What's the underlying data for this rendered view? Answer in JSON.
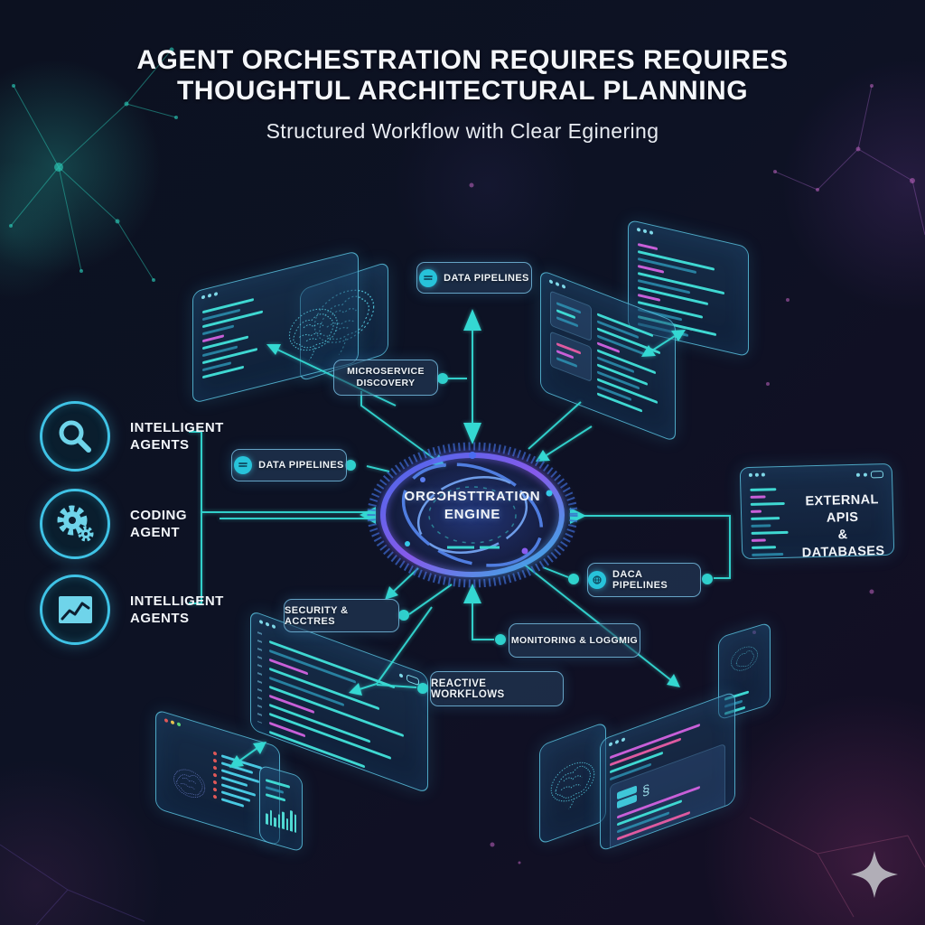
{
  "title": {
    "line1": "AGENT ORCHESTRATION REQUIRES REQUIRES",
    "line2": "THOUGHTUL ARCHITECTURAL PLANNING",
    "subtitle": "Structured Workflow with Clear Eginering"
  },
  "hub": {
    "line1": "ORCƆHSTTRATION",
    "line2": "ENGINE"
  },
  "nodes": {
    "data_pipelines_top": {
      "label": "DATA PIPELINES"
    },
    "microservice_discovery": {
      "line1": "MICROSERVICE",
      "line2": "DISCOVERY"
    },
    "data_pipelines_left": {
      "label": "DATA PIPELINES"
    },
    "daca_pipelines": {
      "label": "DACA PIPELINES"
    },
    "security_access": {
      "label": "SECURITY & ACCTRES"
    },
    "monitoring_logging": {
      "label": "MONITORING & LOGGMIG"
    },
    "reactive_workflows": {
      "label": "REACTIVE WORKFLOWS"
    },
    "external_apis": {
      "line1": "EXTERNAL APIS",
      "line2": "& DATABASES"
    }
  },
  "legend": [
    {
      "line1": "INTELLIGENT",
      "line2": "AGENTS",
      "icon": "magnifier-icon"
    },
    {
      "line1": "CODING",
      "line2": "AGENT",
      "icon": "gears-icon"
    },
    {
      "line1": "INTELLIGENT",
      "line2": "AGENTS",
      "icon": "chart-icon"
    }
  ],
  "colors": {
    "accent_cyan": "#34d8d2",
    "accent_blue": "#4a6cf0",
    "accent_purple": "#8a5cf0",
    "accent_magenta": "#c85fd8",
    "panel_border": "#5fcdeb"
  },
  "code_panels": {
    "top_left_code": [
      [
        "c",
        68
      ],
      [
        "t",
        50
      ],
      [
        "c",
        80
      ],
      [
        "t",
        42
      ],
      [
        "m",
        28
      ],
      [
        "c",
        60
      ],
      [
        "t",
        46
      ],
      [
        "c",
        72
      ],
      [
        "t",
        38
      ],
      [
        "c",
        55
      ]
    ],
    "top_right_a": [
      [
        "m",
        20
      ],
      [
        "c",
        76
      ],
      [
        "t",
        58
      ],
      [
        "m",
        26
      ],
      [
        "c",
        86
      ],
      [
        "t",
        52
      ],
      [
        "c",
        70
      ],
      [
        "m",
        22
      ],
      [
        "c",
        64
      ],
      [
        "t",
        44
      ],
      [
        "c",
        78
      ],
      [
        "t",
        50
      ]
    ],
    "trb_card1": [
      [
        "t",
        85
      ],
      [
        "c",
        65
      ],
      [
        "t",
        75
      ]
    ],
    "trb_card2": [
      [
        "p",
        85
      ],
      [
        "m",
        60
      ],
      [
        "t",
        70
      ]
    ],
    "top_right_b_main": [
      [
        "c",
        82
      ],
      [
        "t",
        60
      ],
      [
        "c",
        92
      ],
      [
        "t",
        68
      ],
      [
        "m",
        32
      ],
      [
        "c",
        86
      ],
      [
        "t",
        54
      ],
      [
        "c",
        74
      ],
      [
        "t",
        62
      ],
      [
        "c",
        88
      ],
      [
        "t",
        50
      ],
      [
        "c",
        66
      ]
    ],
    "external_side": [
      [
        "c",
        52
      ],
      [
        "m",
        30
      ],
      [
        "c",
        68
      ],
      [
        "m",
        22
      ],
      [
        "c",
        58
      ],
      [
        "t",
        40
      ],
      [
        "c",
        74
      ],
      [
        "m",
        28
      ],
      [
        "c",
        48
      ],
      [
        "t",
        62
      ],
      [
        "m",
        34
      ],
      [
        "c",
        56
      ]
    ],
    "bottom_left_big": [
      [
        "c",
        84
      ],
      [
        "t",
        58
      ],
      [
        "m",
        26
      ],
      [
        "c",
        74
      ],
      [
        "t",
        50
      ],
      [
        "c",
        90
      ],
      [
        "m",
        30
      ],
      [
        "c",
        68
      ],
      [
        "c",
        82
      ],
      [
        "m",
        24
      ],
      [
        "c",
        64
      ],
      [
        "t",
        54
      ],
      [
        "c",
        78
      ],
      [
        "t",
        46
      ]
    ],
    "corner_list": [
      [
        "r",
        72
      ],
      [
        "r",
        56
      ],
      [
        "r",
        66
      ],
      [
        "r",
        46
      ],
      [
        "r",
        60
      ],
      [
        "r",
        50
      ],
      [
        "r",
        40
      ]
    ],
    "chart_small_lines": [
      [
        "c",
        78
      ],
      [
        "t",
        58
      ],
      [
        "c",
        66
      ]
    ],
    "chart_bars": [
      45,
      65,
      38,
      58,
      72,
      50,
      88,
      78
    ],
    "bottom_right_top": [
      [
        "m",
        78
      ],
      [
        "p",
        62
      ],
      [
        "c",
        46
      ],
      [
        "t",
        36
      ]
    ],
    "br_card1": [
      [
        "m",
        82
      ],
      [
        "c",
        64
      ],
      [
        "t",
        52
      ],
      [
        "p",
        72
      ]
    ],
    "br_card2": [
      [
        "c",
        86
      ],
      [
        "m",
        62
      ],
      [
        "p",
        74
      ],
      [
        "t",
        42
      ]
    ],
    "bottom_right_small": [
      [
        "c",
        62
      ],
      [
        "t",
        46
      ],
      [
        "c",
        52
      ]
    ]
  }
}
